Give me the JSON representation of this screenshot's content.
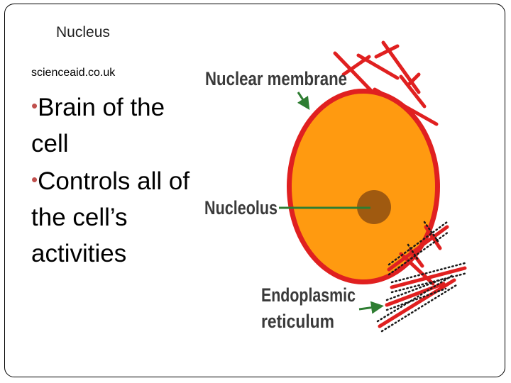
{
  "slide": {
    "title": "Nucleus",
    "source": "scienceaid.co.uk",
    "bullets": [
      "Brain of the cell",
      "Controls all of the cell’s activities"
    ]
  },
  "diagram": {
    "labels": {
      "membrane": "Nuclear membrane",
      "nucleolus": "Nucleolus",
      "er_line1": "Endoplasmic",
      "er_line2": "reticulum"
    },
    "colors": {
      "nucleus_fill": "#ff9a10",
      "membrane": "#e02020",
      "nucleolus": "#a05a10",
      "arrow": "#2e7d32",
      "ribosome": "#1a1a1a"
    }
  }
}
